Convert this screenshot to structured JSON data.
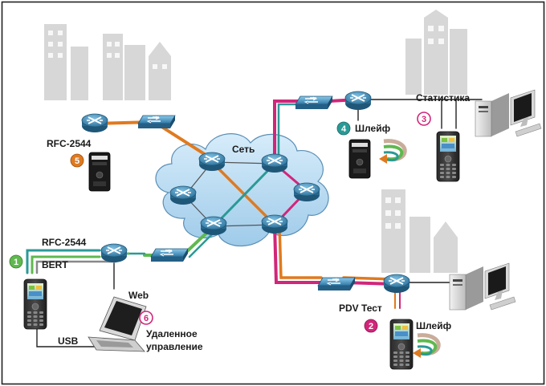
{
  "network_label": "Сеть",
  "labels": {
    "rfc_top": "RFC-2544",
    "rfc_left": "RFC-2544",
    "bert": "BERT",
    "web": "Web",
    "usb": "USB",
    "remote_line1": "Удаленное",
    "remote_line2": "управление",
    "loop_top": "Шлейф",
    "loop_bottom": "Шлейф",
    "stats": "Статистика",
    "pdv": "PDV Тест"
  },
  "badges": {
    "b1": "1",
    "b2": "2",
    "b3": "3",
    "b4": "4",
    "b5": "5",
    "b6": "6"
  },
  "colors": {
    "orange": "#e07a1f",
    "green": "#5fb94e",
    "teal": "#2a9a96",
    "magenta": "#d1267a",
    "cloud": "#b9dbf3",
    "router": "#3d7fa8",
    "building": "#d9d9d9",
    "badge_green": "#5fb94e",
    "badge_magenta": "#d1267a",
    "badge_orange": "#e07a1f",
    "badge_teal": "#2a9a96"
  }
}
